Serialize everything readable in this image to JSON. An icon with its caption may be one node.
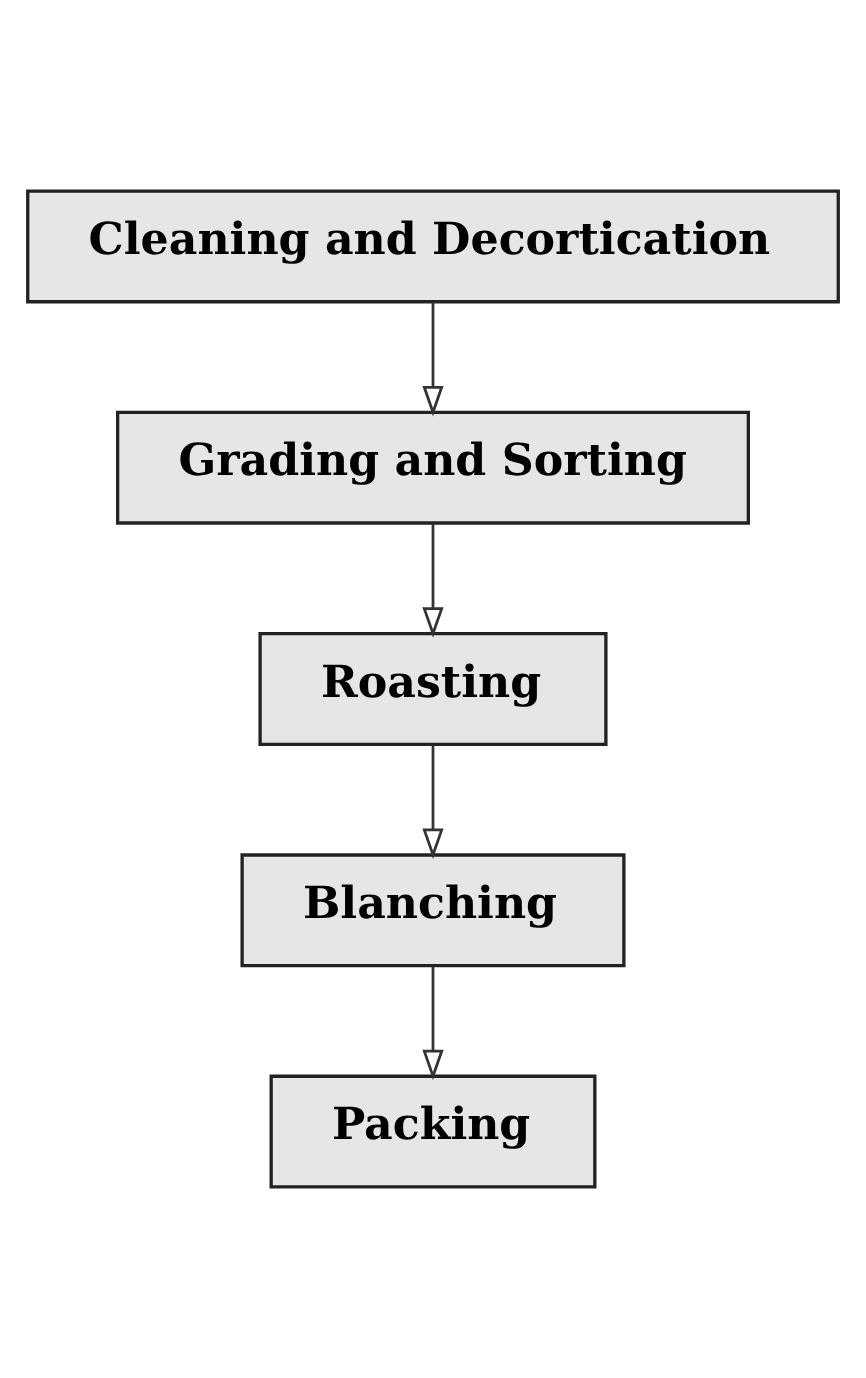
{
  "diagram": {
    "nodes": [
      {
        "text": [
          "Cleaning and Decortication"
        ]
      },
      {
        "text": [
          "Grading and Sorting"
        ]
      },
      {
        "text": [
          "Roasting"
        ]
      },
      {
        "text": [
          "Blanching"
        ]
      },
      {
        "text": [
          "Packing"
        ]
      }
    ],
    "edges": [
      {
        "from": 0,
        "to": 1,
        "arrow": "to"
      },
      {
        "from": 1,
        "to": 2,
        "arrow": "to"
      },
      {
        "from": 2,
        "to": 3,
        "arrow": "to"
      },
      {
        "from": 3,
        "to": 4,
        "arrow": "to"
      }
    ]
  }
}
